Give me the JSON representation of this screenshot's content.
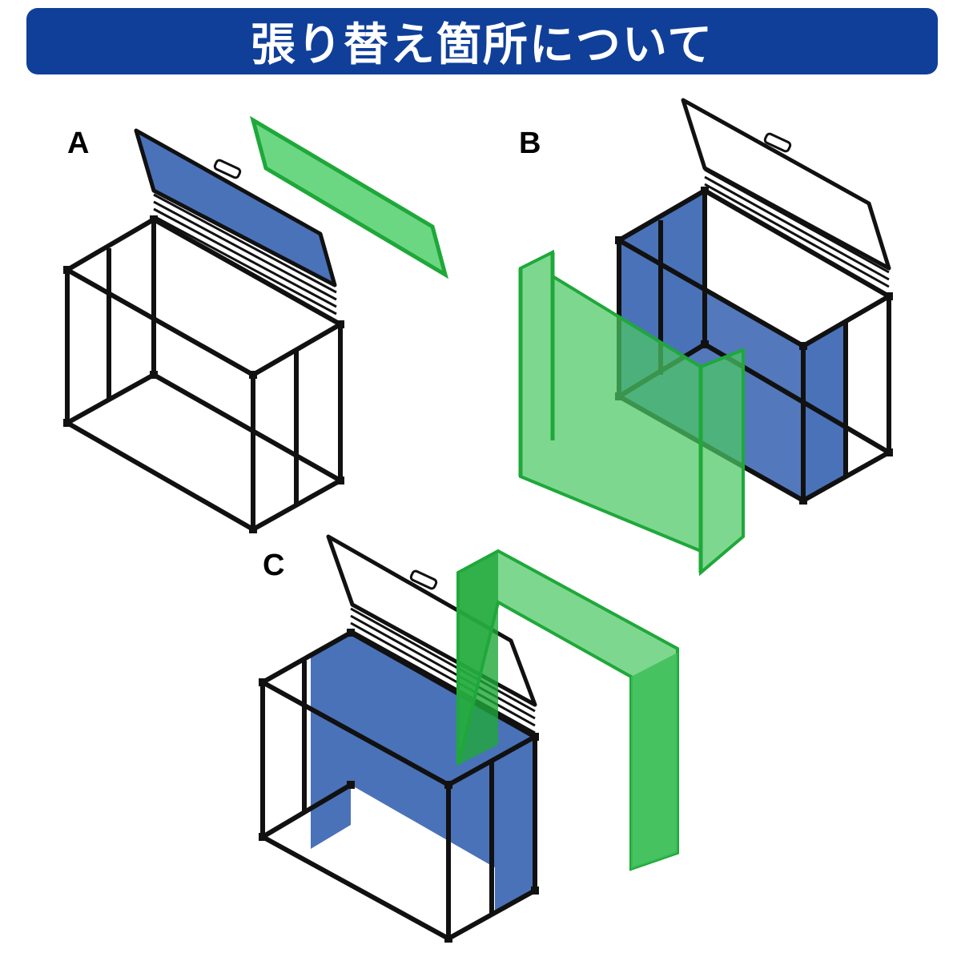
{
  "header": {
    "title": "張り替え箇所について"
  },
  "panels": [
    {
      "id": "A",
      "label": "A"
    },
    {
      "id": "B",
      "label": "B"
    },
    {
      "id": "C",
      "label": "C"
    }
  ],
  "colors": {
    "banner": "#0f3f99",
    "existing_panel": "#4a72b8",
    "replacement_panel": "#3cc058",
    "frame": "#111111"
  }
}
